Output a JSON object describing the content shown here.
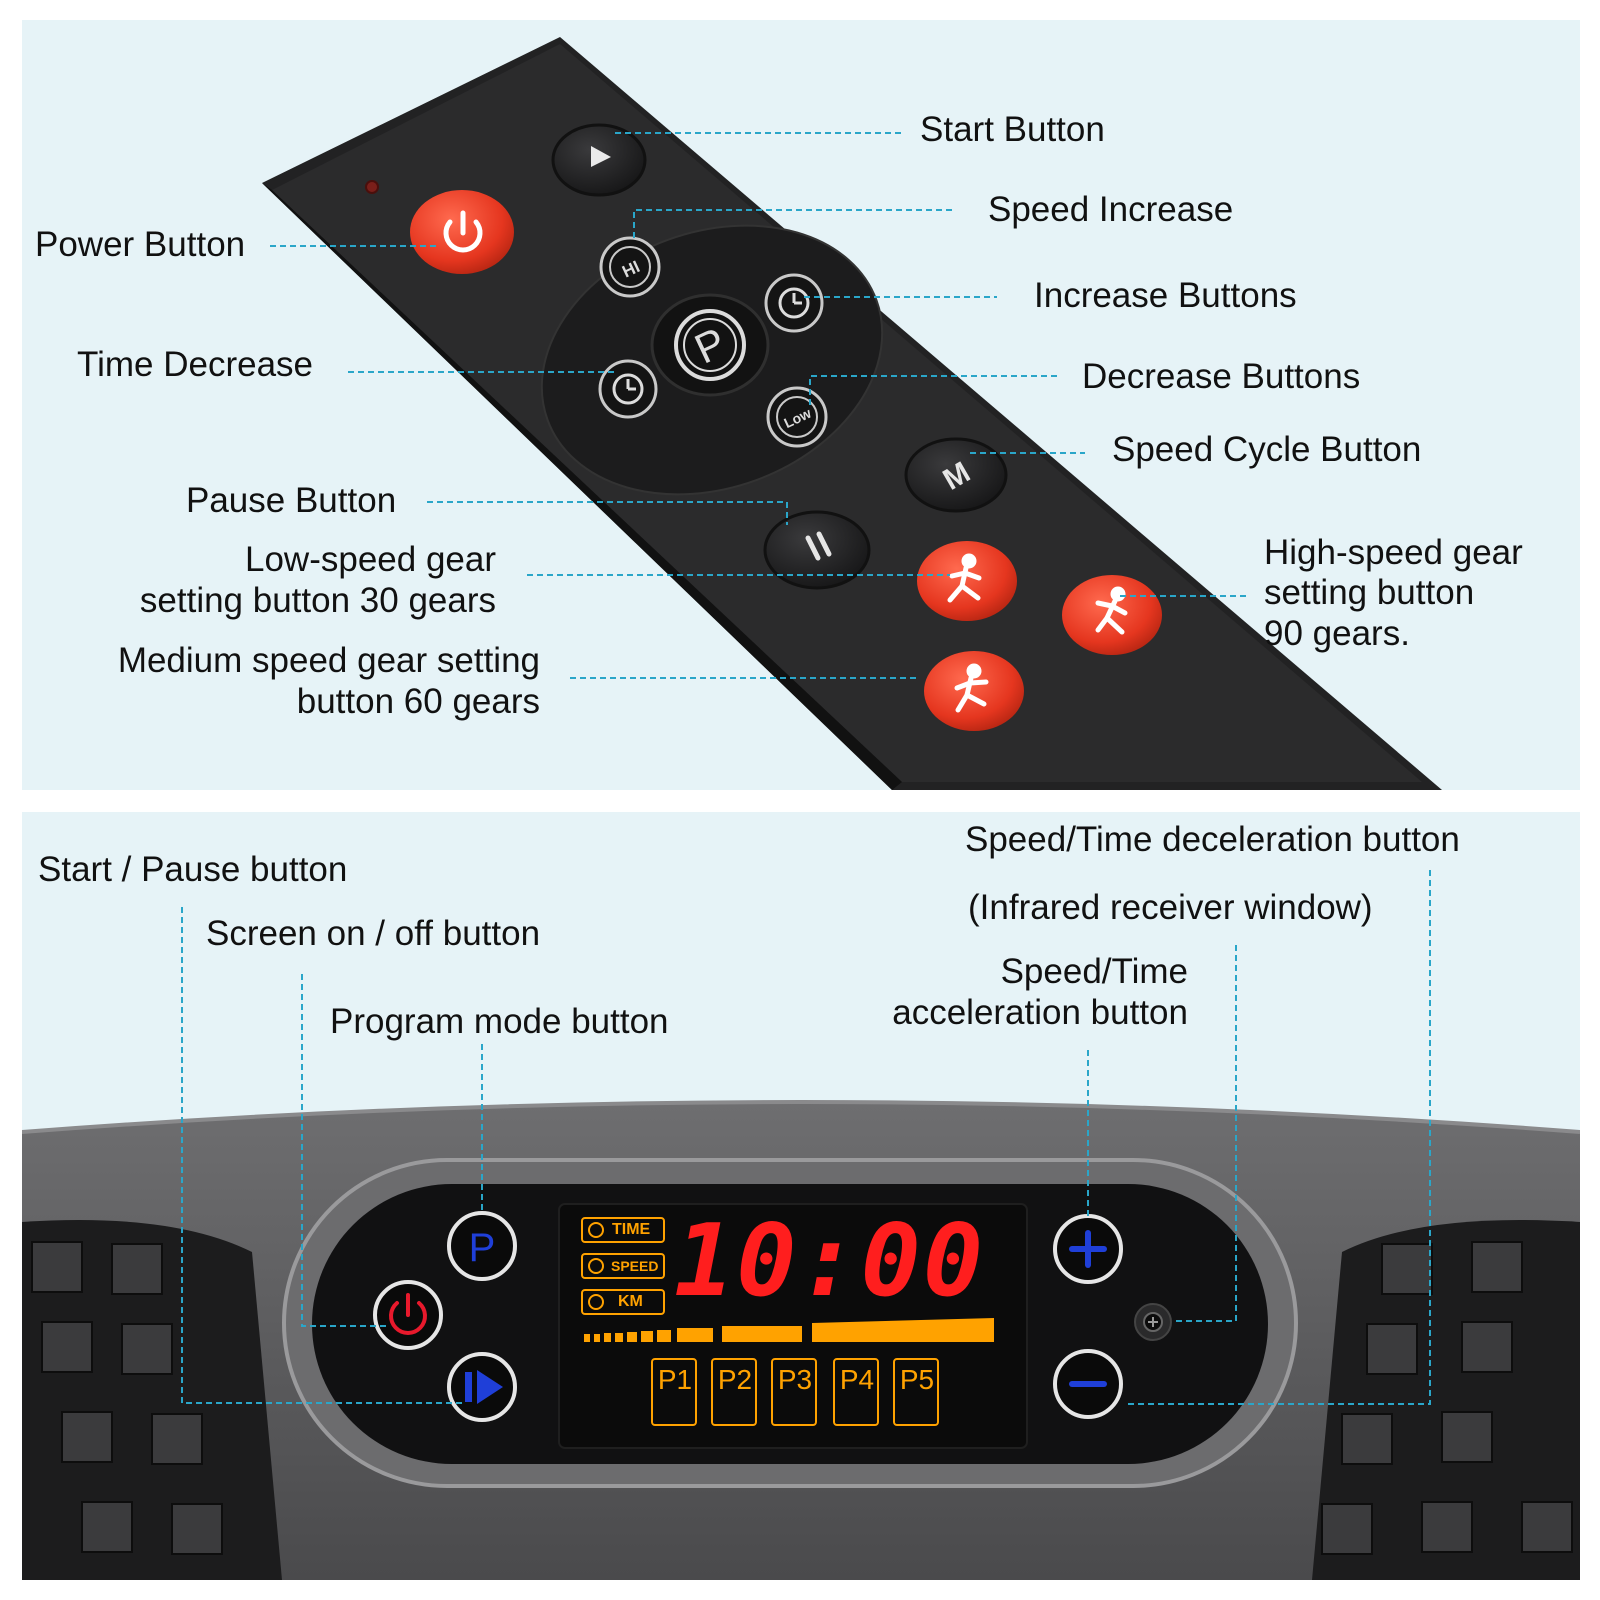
{
  "remote": {
    "labels": {
      "start": "Start Button",
      "speed_increase": "Speed Increase",
      "increase": "Increase Buttons",
      "decrease": "Decrease Buttons",
      "speed_cycle": "Speed Cycle Button",
      "power": "Power Button",
      "time_decrease": "Time Decrease",
      "pause": "Pause Button",
      "low_speed_1": "Low-speed gear",
      "low_speed_2": "setting button 30 gears",
      "medium_speed_1": "Medium speed gear setting",
      "medium_speed_2": "button 60 gears",
      "high_speed_1": "High-speed gear",
      "high_speed_2": "setting button",
      "high_speed_3": "90 gears."
    },
    "button_glyphs": {
      "start": "▶",
      "hi": "HI",
      "low": "Low",
      "program": "P",
      "mode": "M",
      "pause": "II"
    }
  },
  "console": {
    "labels": {
      "start_pause": "Start / Pause button",
      "screen_onoff": "Screen on / off button",
      "program_mode": "Program mode button",
      "decel": "Speed/Time deceleration button",
      "infrared": "(Infrared receiver window)",
      "accel_1": "Speed/Time",
      "accel_2": "acceleration button"
    },
    "display": {
      "time_value": "10:00",
      "indicators": [
        "TIME",
        "SPEED",
        "KM"
      ],
      "programs": [
        "P1",
        "P2",
        "P3",
        "P4",
        "P5"
      ]
    },
    "button_glyphs": {
      "program": "P",
      "plus": "+",
      "minus": "−"
    }
  },
  "colors": {
    "background": "#e6f3f7",
    "leader_line": "#2aa6c9",
    "remote_body": "#252526",
    "red_button": "#ea3f2a",
    "lcd_red": "#ff1e1e",
    "lcd_orange": "#ffa200",
    "program_blue": "#1f3fd8"
  },
  "icons": [
    "power-icon",
    "play-icon",
    "pause-icon",
    "hi-icon",
    "low-icon",
    "time-icon",
    "program-icon",
    "mode-icon",
    "runner-icon",
    "plus-icon",
    "minus-icon"
  ]
}
